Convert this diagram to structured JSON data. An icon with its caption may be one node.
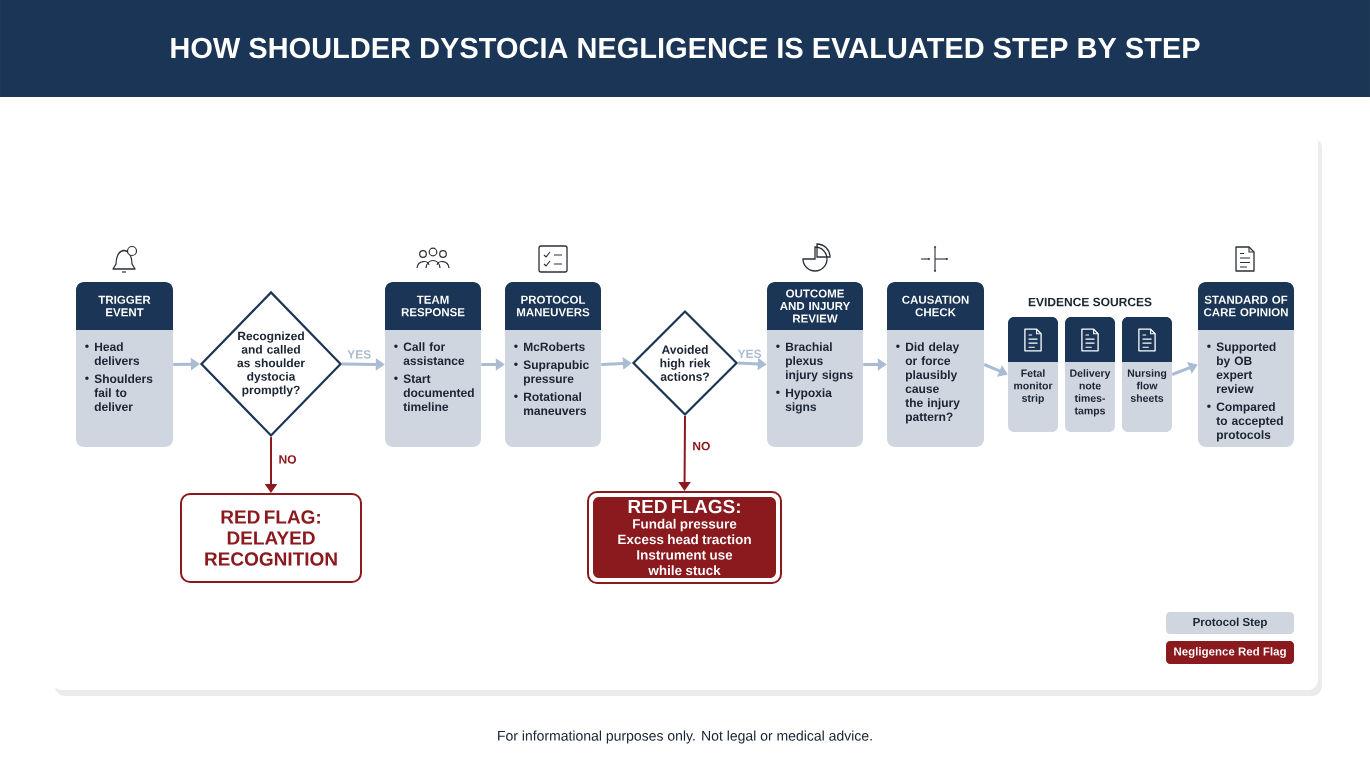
{
  "diagram": {
    "title": "HOW SHOULDER DYSTOCIA NEGLIGENCE IS EVALUATED STEP BY STEP",
    "caption": "For informational purposes only. Not legal or medical advice.",
    "nodes": [
      {
        "text": [
          "TRIGGER EVENT",
          "Head delivers",
          "Shoulders fail to deliver"
        ]
      },
      {
        "text": [
          "Recognized and called as shoulder dystocia promptly?"
        ]
      },
      {
        "text": [
          "TEAM RESPONSE",
          "Call for assistance",
          "Start documented timeline"
        ]
      },
      {
        "text": [
          "PROTOCOL MANEUVERS",
          "McRoberts",
          "Suprapubic pressure",
          "Rotational maneuvers"
        ]
      },
      {
        "text": [
          "Avoided high riek actions?"
        ]
      },
      {
        "text": [
          "OUTCOME AND INJURY REVIEW",
          "Brachial plexus injury signs",
          "Hypoxia signs"
        ]
      },
      {
        "text": [
          "CAUSATION CHECK",
          "Did delay or force plausibly cause the injury pattern?"
        ]
      },
      {
        "text": [
          "Fetal monitor strip"
        ]
      },
      {
        "text": [
          "Delivery note times-tamps"
        ]
      },
      {
        "text": [
          "Nursing flow sheets"
        ]
      },
      {
        "text": [
          "STANDARD OF CARE OPINION",
          "Supported by OB expert review",
          "Compared to accepted protocols"
        ]
      },
      {
        "text": [
          "RED FLAG: DELAYED RECOGNITION"
        ]
      },
      {
        "text": [
          "RED FLAGS:",
          "Fundal pressure",
          "Excess head traction",
          "Instrument use while stuck"
        ]
      }
    ],
    "edges": [
      {
        "from": 0,
        "to": 1,
        "arrow": "to"
      },
      {
        "from": 1,
        "to": 2,
        "arrow": "to",
        "label": "YES"
      },
      {
        "from": 2,
        "to": 3,
        "arrow": "to"
      },
      {
        "from": 3,
        "to": 4,
        "arrow": "to"
      },
      {
        "from": 4,
        "to": 5,
        "arrow": "to",
        "label": "YES"
      },
      {
        "from": 5,
        "to": 6,
        "arrow": "to"
      },
      {
        "from": 6,
        "to": 7,
        "arrow": "to"
      },
      {
        "from": 9,
        "to": 10,
        "arrow": "to"
      },
      {
        "from": 1,
        "to": 11,
        "arrow": "to",
        "label": "NO",
        "color": "#8b1a1f"
      },
      {
        "from": 4,
        "to": 12,
        "arrow": "to",
        "label": "NO",
        "color": "#8b1a1f"
      }
    ],
    "labels": [
      "EVIDENCE SOURCES"
    ],
    "legend": [
      {
        "text": "Protocol Step",
        "color": "#cfd6df"
      },
      {
        "text": "Negligence Red Flag",
        "color": "#8b1a1f"
      }
    ]
  }
}
